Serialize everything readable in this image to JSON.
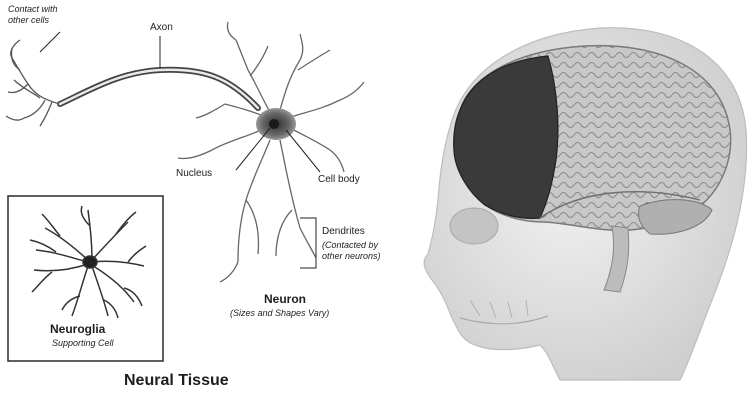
{
  "labels": {
    "contact_line1": "Contact with",
    "contact_line2": "other cells",
    "axon": "Axon",
    "nucleus": "Nucleus",
    "cell_body": "Cell body",
    "dendrites": "Dendrites",
    "dendrites_note_line1": "(Contacted by",
    "dendrites_note_line2": "other neurons)",
    "neuron": "Neuron",
    "neuron_note": "(Sizes and Shapes Vary)",
    "neuroglia": "Neuroglia",
    "neuroglia_note": "Supporting Cell",
    "neural_tissue": "Neural Tissue"
  },
  "colors": {
    "ink": "#1e1e1e",
    "cell_shade": "#555555",
    "brain": "#c9c9c9",
    "frontal_lobe": "#3a3a3a",
    "skull": "#dcdcdc"
  }
}
